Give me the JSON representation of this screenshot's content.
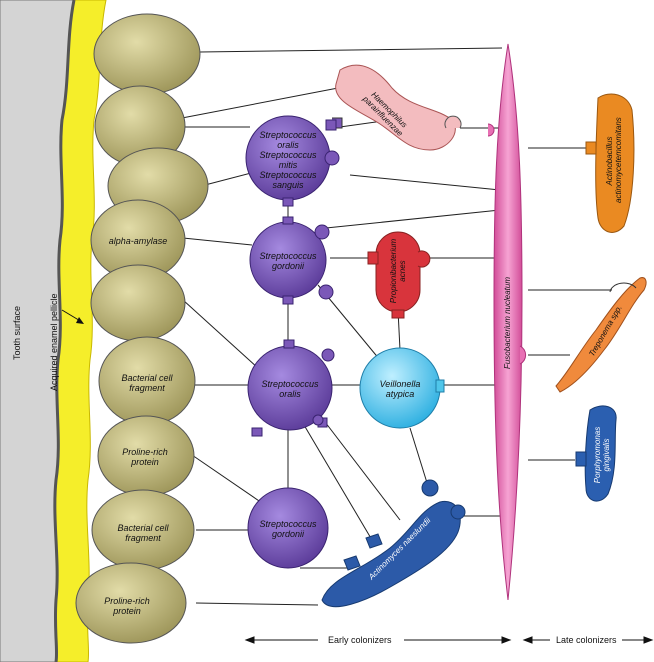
{
  "sidebar": {
    "tooth_surface": "Tooth surface",
    "pellicle": "Acquired enamel pellicle"
  },
  "receptors": {
    "r4": "alpha-amylase",
    "r6": "Bacterial cell fragment",
    "r7": "Proline-rich protein",
    "r8": "Bacterial cell fragment",
    "r9": "Proline-rich protein"
  },
  "bacteria": {
    "s_oralis_group": "Streptococcus oralis Streptococcus mitis Streptococcus sanguis",
    "s_oralis_group_lines": [
      "Streptococcus",
      "oralis",
      "Streptococcus",
      "mitis",
      "Streptococcus",
      "sanguis"
    ],
    "s_gordonii_1": [
      "Streptococcus",
      "gordonii"
    ],
    "s_oralis_2": [
      "Streptococcus",
      "oralis"
    ],
    "s_gordonii_2": [
      "Streptococcus",
      "gordonii"
    ],
    "veillonella": [
      "Veillonella",
      "atypica"
    ],
    "haemophilus": [
      "Haemophilus",
      "parainfluenzae"
    ],
    "propionibacterium": [
      "Propionibacterium",
      "acnes"
    ],
    "actinomyces": "Actinomyces naeslundii",
    "fusobacterium": "Fusobacterium nucleatum",
    "actinobacillus": [
      "Actinobacillus",
      "actinomycetemcomitans"
    ],
    "treponema": "Treponema spp.",
    "porphyromonas": [
      "Porphyromonas",
      "gingivalis"
    ]
  },
  "footer": {
    "early": "Early colonizers",
    "late": "Late colonizers"
  },
  "colors": {
    "tooth": "#d6d6d6",
    "pellicle": "#f5ee2a",
    "receptor": "#bdb57a",
    "streptococcus": "#7b58b8",
    "veillonella": "#4fc6ea",
    "haemophilus": "#f3b6b8",
    "propionibacterium": "#d9373f",
    "actinomyces": "#2c5aa8",
    "fusobacterium": "#e870b4",
    "actinobacillus": "#e88a22",
    "treponema": "#f08a3c",
    "porphyromonas": "#2b5fb0"
  }
}
